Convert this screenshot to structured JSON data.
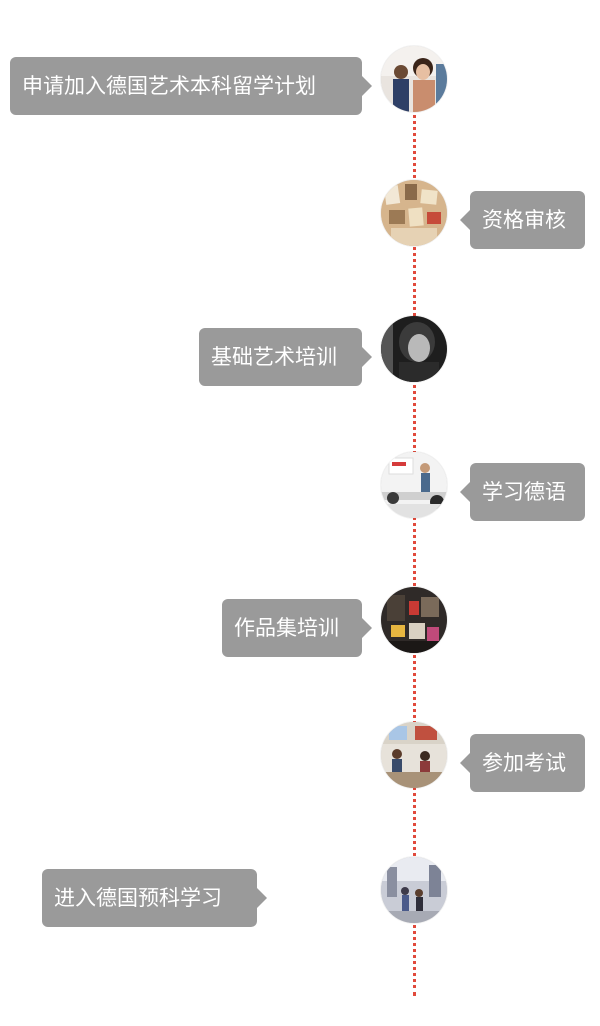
{
  "timeline": {
    "line_color": "#e14a3c",
    "bubble_color": "#9a9a9a",
    "steps": [
      {
        "label": "申请加入德国艺术本科留学计划",
        "photo": "students-photo"
      },
      {
        "label": "资格审核",
        "photo": "documents-photo"
      },
      {
        "label": "基础艺术培训",
        "photo": "portrait-photo"
      },
      {
        "label": "学习德语",
        "photo": "classroom-photo"
      },
      {
        "label": "作品集培训",
        "photo": "studio-photo"
      },
      {
        "label": "参加考试",
        "photo": "exam-room-photo"
      },
      {
        "label": "进入德国预科学习",
        "photo": "campus-photo"
      }
    ]
  }
}
